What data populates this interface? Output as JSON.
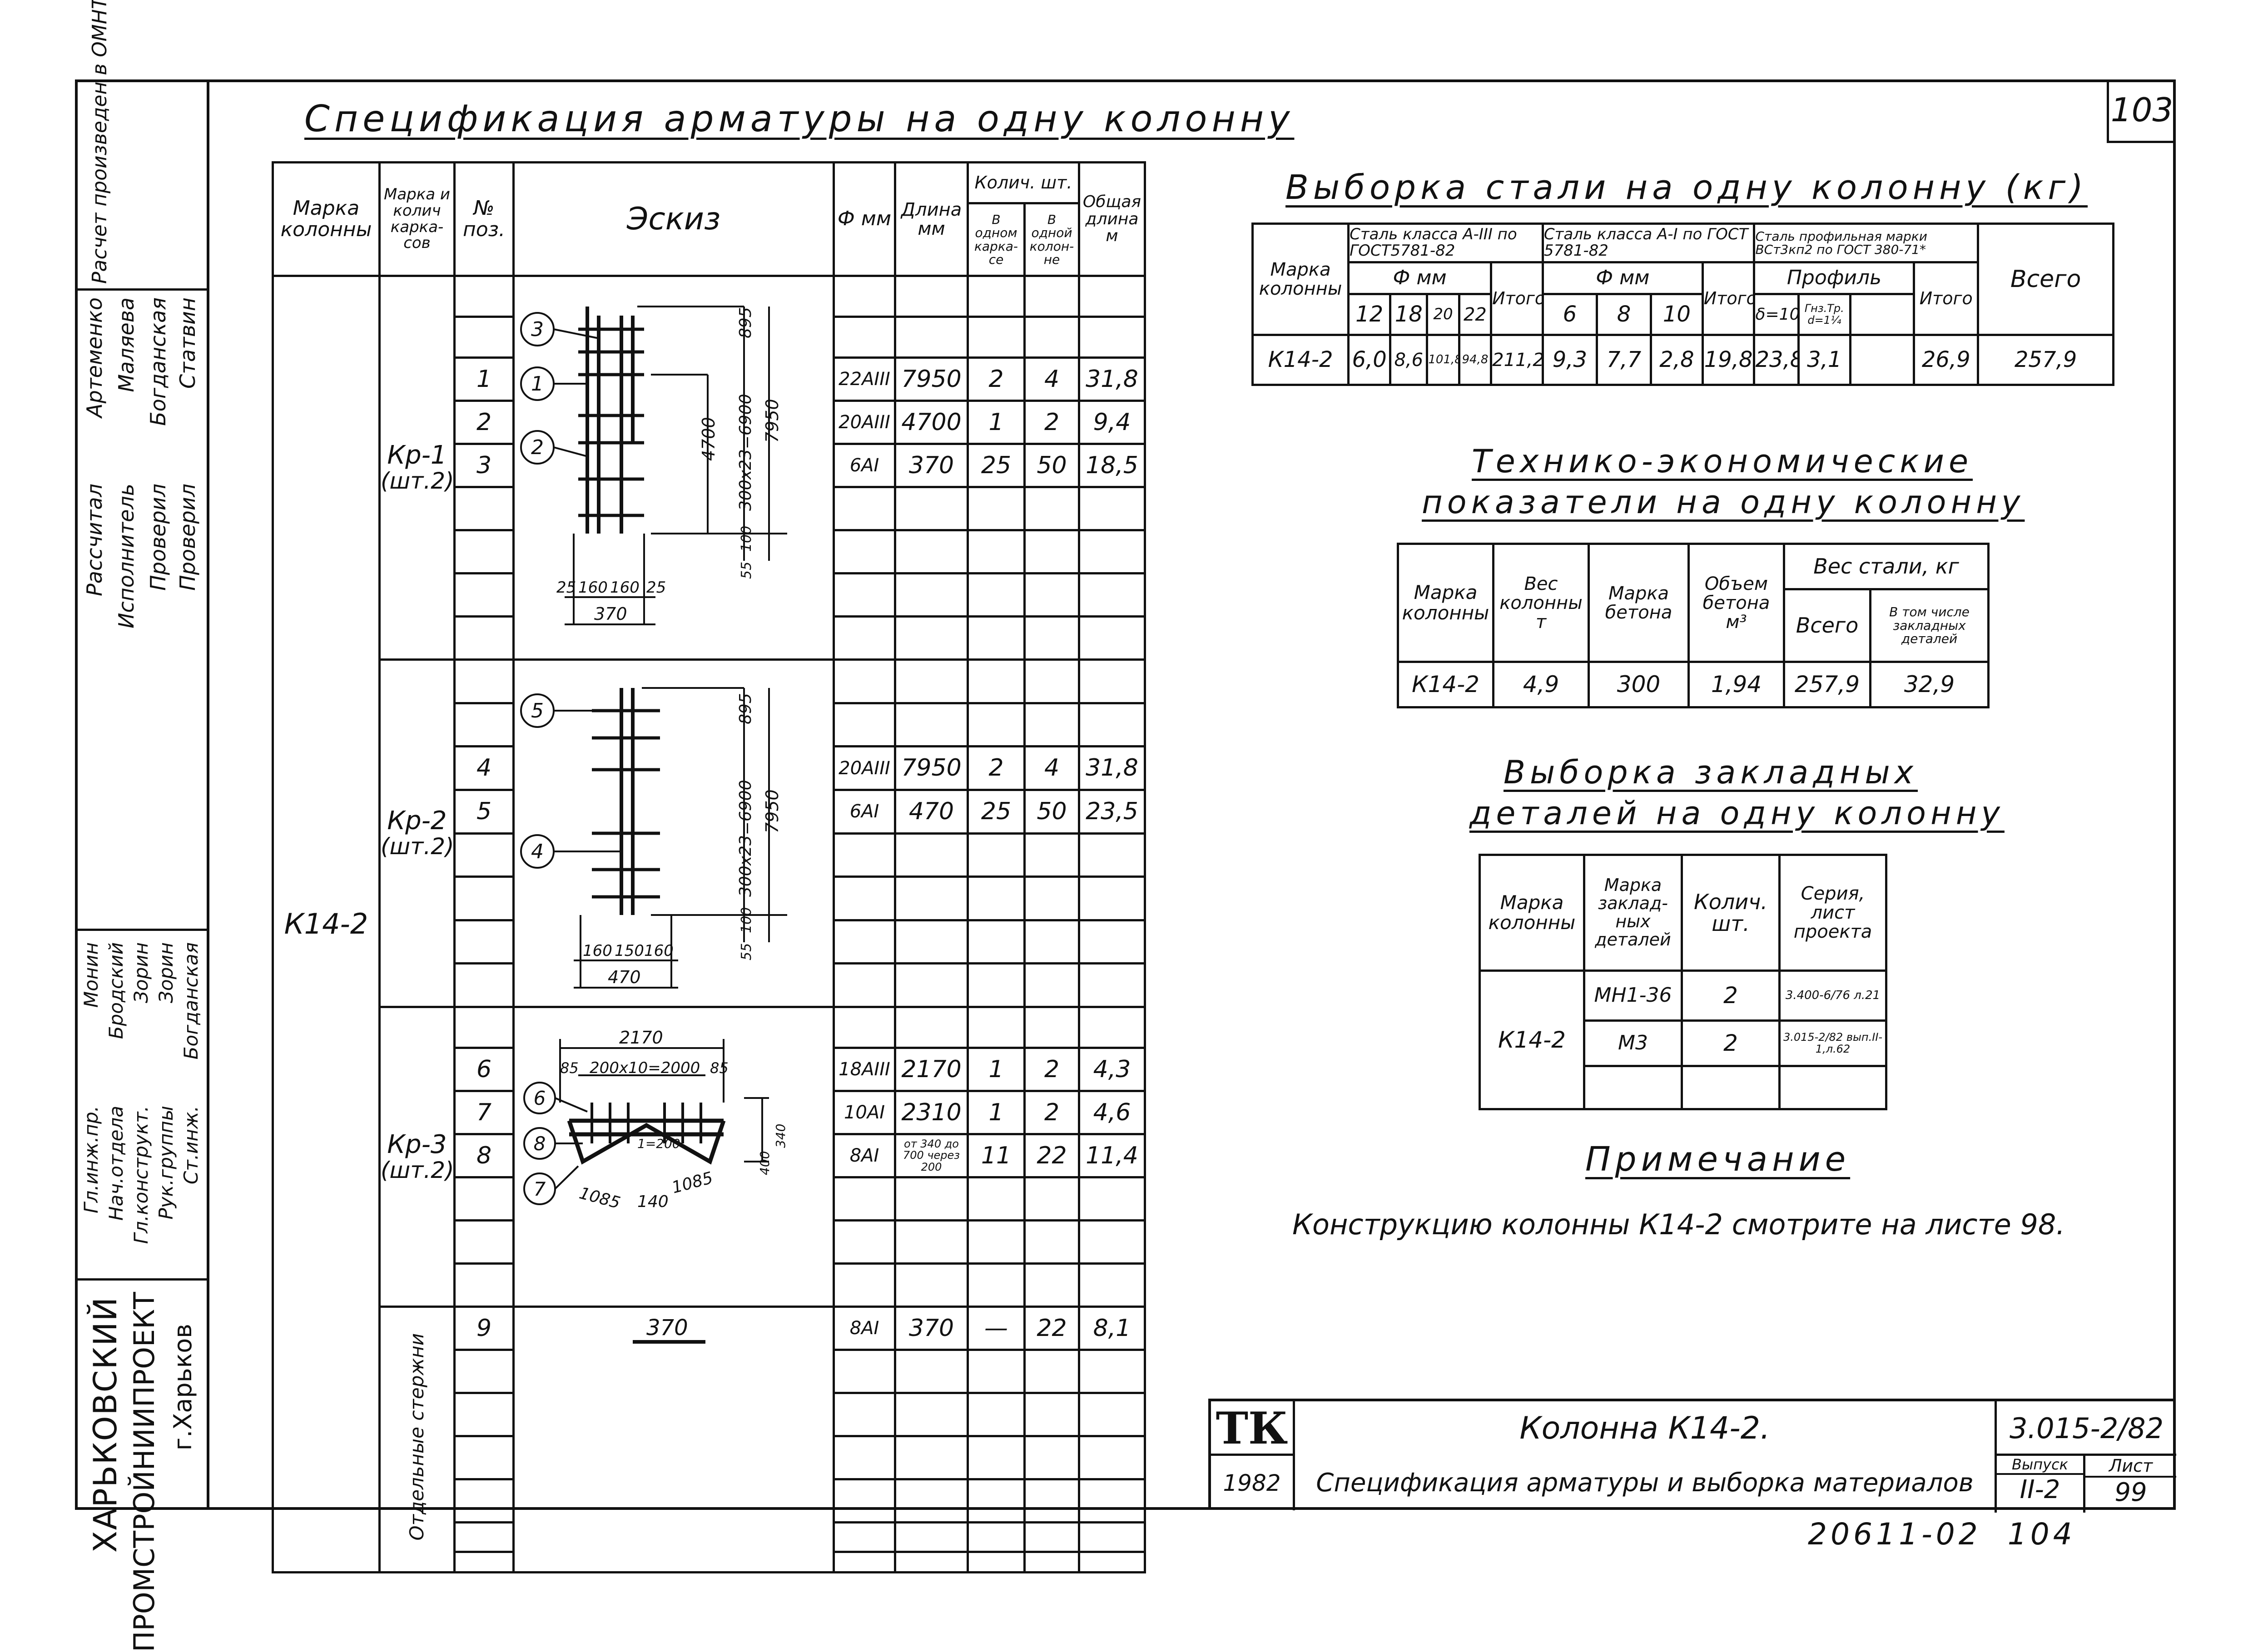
{
  "page_number": "103",
  "bottom_numbers": "20611-02  104",
  "stamp": {
    "rows": [
      {
        "role": "Гл.инж.пр.",
        "name": "Монин"
      },
      {
        "role": "Нач.отдела",
        "name": "Бродский"
      },
      {
        "role": "Гл.конструкт.",
        "name": "Зорин"
      },
      {
        "role": "Рук.группы",
        "name": "Зорин"
      },
      {
        "role": "Ст.инж.",
        "name": "Богданская"
      }
    ],
    "top_rows": [
      {
        "role": "Рассчитал",
        "name": "Артеменко"
      },
      {
        "role": "Исполнитель",
        "name": "Маляева"
      },
      {
        "role": "Проверил",
        "name": "Богданская"
      },
      {
        "role": "Проверил",
        "name": "Статвин"
      }
    ],
    "calc_note": "Расчет произведен в ОМНТРЕ по программе КВС",
    "org_line1": "ХАРЬКОВСКИЙ",
    "org_line2": "ПРОМСТРОЙНИИПРОЕКТ",
    "org_line3": "г.Харьков"
  },
  "spec": {
    "title": "Спецификация арматуры на одну колонну",
    "headers": {
      "mark": "Марка колонны",
      "frame": "Марка и колич карка-сов",
      "pos": "№ поз.",
      "sketch": "Эскиз",
      "dia": "Ф мм",
      "len": "Длина мм",
      "qty": "Колич. шт.",
      "qty_one": "В одном карка-се",
      "qty_col": "В одной колон-не",
      "total": "Общая длина м"
    },
    "column_mark": "К14-2",
    "groups": [
      {
        "frame": "Кр-1",
        "count": "(шт.2)",
        "rows": [
          {
            "pos": "1",
            "dia": "22АIII",
            "len": "7950",
            "one": "2",
            "col": "4",
            "total": "31,8"
          },
          {
            "pos": "2",
            "dia": "20АIII",
            "len": "4700",
            "one": "1",
            "col": "2",
            "total": "9,4"
          },
          {
            "pos": "3",
            "dia": "6АI",
            "len": "370",
            "one": "25",
            "col": "50",
            "total": "18,5"
          }
        ]
      },
      {
        "frame": "Кр-2",
        "count": "(шт.2)",
        "rows": [
          {
            "pos": "4",
            "dia": "20АIII",
            "len": "7950",
            "one": "2",
            "col": "4",
            "total": "31,8"
          },
          {
            "pos": "5",
            "dia": "6АI",
            "len": "470",
            "one": "25",
            "col": "50",
            "total": "23,5"
          }
        ]
      },
      {
        "frame": "Кр-3",
        "count": "(шт.2)",
        "rows": [
          {
            "pos": "6",
            "dia": "18АIII",
            "len": "2170",
            "one": "1",
            "col": "2",
            "total": "4,3"
          },
          {
            "pos": "7",
            "dia": "10АI",
            "len": "2310",
            "one": "1",
            "col": "2",
            "total": "4,6"
          },
          {
            "pos": "8",
            "dia": "8АI",
            "len": "от 340 до 700 через 200",
            "one": "11",
            "col": "22",
            "total": "11,4"
          }
        ]
      },
      {
        "frame": "Отдельные стержни",
        "count": "",
        "rows": [
          {
            "pos": "9",
            "dia": "8АI",
            "len": "370",
            "one": "—",
            "col": "22",
            "total": "8,1"
          }
        ]
      }
    ],
    "sketch_labels": {
      "k1_dims": [
        "895",
        "300x23=6900",
        "7950",
        "4700",
        "100",
        "55"
      ],
      "k1_bottom": [
        "25",
        "160",
        "160",
        "25",
        "370"
      ],
      "k2_dims": [
        "895",
        "300x23=6900",
        "7950",
        "100",
        "55"
      ],
      "k2_bottom": [
        "160",
        "150",
        "160",
        "470"
      ],
      "k3_top": [
        "2170",
        "85",
        "200x10=2000",
        "85",
        "1=200"
      ],
      "k3_bottom": [
        "1085",
        "140",
        "1085"
      ],
      "k3_side": [
        "400",
        "340"
      ],
      "sep_bar": "370",
      "circles_k1": [
        "3",
        "1",
        "2"
      ],
      "circles_k2": [
        "5",
        "4"
      ],
      "circles_k3": [
        "6",
        "8",
        "7"
      ]
    }
  },
  "steel": {
    "title": "Выборка стали на одну колонну (кг)",
    "h_mark": "Марка колонны",
    "h_cls3": "Сталь класса А-III по ГОСТ5781-82",
    "h_cls1": "Сталь класса А-I по ГОСТ 5781-82",
    "h_prof": "Сталь профильная марки ВСт3кп2 по ГОСТ 380-71*",
    "h_dia": "Ф мм",
    "h_profile": "Профиль",
    "h_total": "Всего",
    "h_itogo": "Итого",
    "d3": [
      "12",
      "18",
      "20",
      "22"
    ],
    "d1": [
      "6",
      "8",
      "10"
    ],
    "dp": [
      "δ=10",
      "Гнз.Тр. d=1¼"
    ],
    "row": {
      "mark": "К14-2",
      "v3": [
        "6,0",
        "8,6",
        "101,8",
        "94,8"
      ],
      "it3": "211,2",
      "v1": [
        "9,3",
        "7,7",
        "2,8"
      ],
      "it1": "19,8",
      "vp": [
        "23,8",
        "3,1"
      ],
      "itp": "26,9",
      "total": "257,9"
    }
  },
  "tech": {
    "title1": "Технико-экономические",
    "title2": "показатели на одну колонну",
    "h": [
      "Марка колонны",
      "Вес колонны т",
      "Марка бетона",
      "Объем бетона м³",
      "Вес стали, кг",
      "Всего",
      "В том числе закладных деталей"
    ],
    "row": [
      "К14-2",
      "4,9",
      "300",
      "1,94",
      "257,9",
      "32,9"
    ]
  },
  "embed": {
    "title1": "Выборка закладных",
    "title2": "деталей на одну колонну",
    "h": [
      "Марка колонны",
      "Марка заклад-ных деталей",
      "Колич. шт.",
      "Серия, лист проекта"
    ],
    "mark": "К14-2",
    "rows": [
      {
        "det": "МН1-36",
        "qty": "2",
        "ser": "3.400-6/76 л.21"
      },
      {
        "det": "М3",
        "qty": "2",
        "ser": "3.015-2/82 вып.II-1,л.62"
      }
    ]
  },
  "note": {
    "title": "Примечание",
    "text": "Конструкцию колонны К14-2 смотрите на листе 98."
  },
  "titleblock": {
    "logo": "ТК",
    "year": "1982",
    "name": "Колонна К14-2.",
    "desc": "Спецификация арматуры и выборка материалов",
    "code": "3.015-2/82",
    "issue_label": "Выпуск",
    "issue": "II-2",
    "sheet_label": "Лист",
    "sheet": "99"
  }
}
